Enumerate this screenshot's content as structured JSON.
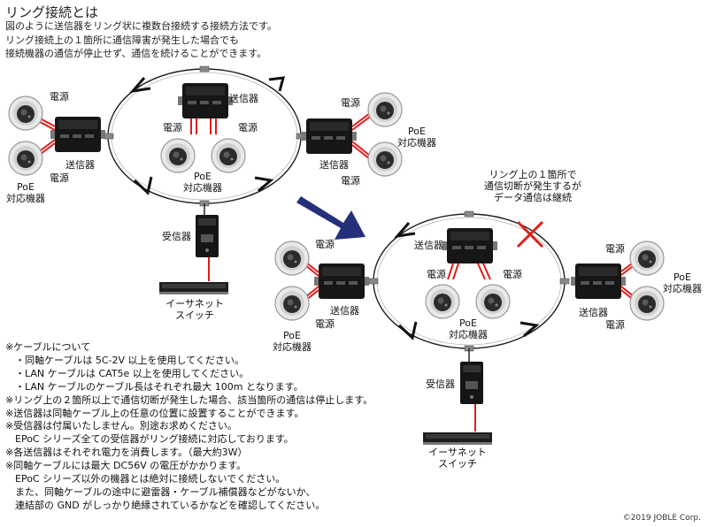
{
  "title": "リング接続とは",
  "intro": [
    "図のように送信器をリング状に複数台接続する接続方法です。",
    "リング接続上の１箇所に通信障害が発生した場合でも",
    "接続機器の通信が停止せず、通信を続けることができます。"
  ],
  "labels": {
    "power": "電源",
    "transmitter": "送信器",
    "receiver": "受信器",
    "poe_line1": "PoE",
    "poe_line2": "対応機器",
    "switch_line1": "イーサネット",
    "switch_line2": "スイッチ"
  },
  "fault_note": [
    "リング上の１箇所で",
    "通信切断が発生するが",
    "データ通信は継続"
  ],
  "notes": [
    "※ケーブルについて",
    "　・同軸ケーブルは 5C-2V 以上を使用してください。",
    "　・LAN ケーブルは CAT5e 以上を使用してください。",
    "　・LAN ケーブルのケーブル長はそれぞれ最大 100m となります。",
    "※リング上の２箇所以上で通信切断が発生した場合、該当箇所の通信は停止します。",
    "※送信器は同軸ケーブル上の任意の位置に設置することができます。",
    "※受信器は付属いたしません。別途お求めください。",
    "　EPoC シリーズ全ての受信器がリング接続に対応しております。",
    "※各送信器はそれぞれ電力を消費します。（最大約3W）",
    "※同軸ケーブルには最大 DC56V の電圧がかかります。",
    "　EPoC シリーズ以外の機器とは絶対に接続しないでください。",
    "　また、同軸ケーブルの途中に避雷器・ケーブル補償器などがないか、",
    "　連結部の GND がしっかり絶縁されているかなどを確認してください。"
  ],
  "copyright": "©2019 JOBLE Corp.",
  "colors": {
    "arrow": "#25307a",
    "fault": "#e0201a",
    "cable_red": "#e01b1b",
    "device": "#1a1a1a"
  }
}
